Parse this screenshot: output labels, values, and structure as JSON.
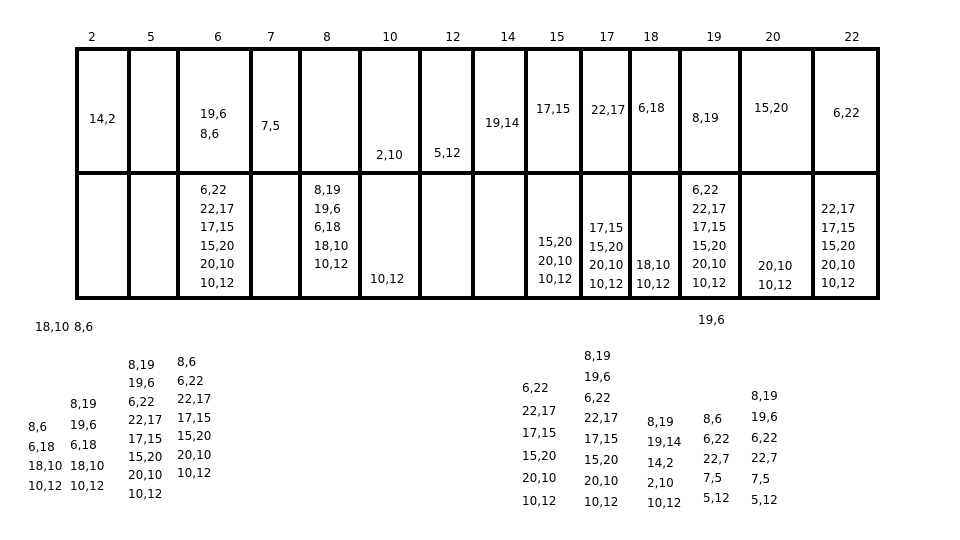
{
  "headers": [
    "2",
    "5",
    "6",
    "7",
    "8",
    "10",
    "12",
    "14",
    "15",
    "17",
    "18",
    "19",
    "20",
    "22"
  ],
  "top_row": [
    [
      "14,2"
    ],
    [],
    [
      "19,6",
      "8,6"
    ],
    [
      "7,5"
    ],
    [],
    [
      "2,10"
    ],
    [
      "5,12"
    ],
    [
      "19,14"
    ],
    [
      "17,15"
    ],
    [
      "22,17"
    ],
    [
      "6,18"
    ],
    [
      "8,19"
    ],
    [
      "15,20"
    ],
    [
      "6,22"
    ]
  ],
  "bottom_row": [
    [],
    [],
    [
      "6,22",
      "22,17",
      "17,15",
      "15,20",
      "20,10",
      "10,12"
    ],
    [],
    [
      "8,19",
      "19,6",
      "6,18",
      "18,10",
      "10,12"
    ],
    [
      "10,12"
    ],
    [],
    [],
    [
      "15,20",
      "20,10",
      "10,12"
    ],
    [
      "17,15",
      "15,20",
      "20,10",
      "10,12"
    ],
    [
      "18,10",
      "10,12"
    ],
    [
      "6,22",
      "22,17",
      "17,15",
      "15,20",
      "20,10",
      "10,12"
    ],
    [
      "20,10",
      "10,12"
    ],
    [
      "22,17",
      "17,15",
      "15,20",
      "20,10",
      "10,12"
    ]
  ],
  "loose_labels": [
    "18,10",
    "8,6",
    "19,6"
  ],
  "stacks": [
    [
      "8,6",
      "6,18",
      "18,10",
      "10,12"
    ],
    [
      "8,19",
      "19,6",
      "6,18",
      "18,10",
      "10,12"
    ],
    [
      "8,19",
      "19,6",
      "6,22",
      "22,17",
      "17,15",
      "15,20",
      "20,10",
      "10,12"
    ],
    [
      "8,6",
      "6,22",
      "22,17",
      "17,15",
      "15,20",
      "20,10",
      "10,12"
    ],
    [
      "6,22",
      "22,17",
      "17,15",
      "15,20",
      "20,10",
      "10,12"
    ],
    [
      "8,19",
      "19,6",
      "6,22",
      "22,17",
      "17,15",
      "15,20",
      "20,10",
      "10,12"
    ],
    [
      "8,19",
      "19,14",
      "14,2",
      "2,10",
      "10,12"
    ],
    [
      "8,6",
      "6,22",
      "22,7",
      "7,5",
      "5,12"
    ],
    [
      "8,19",
      "19,6",
      "6,22",
      "22,7",
      "7,5",
      "5,12"
    ]
  ]
}
